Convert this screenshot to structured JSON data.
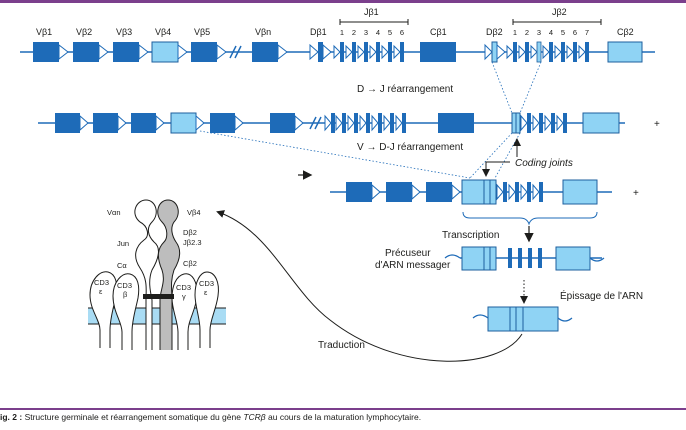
{
  "row1_labels": {
    "vb1": "Vβ1",
    "vb2": "Vβ2",
    "vb3": "Vβ3",
    "vb4": "Vβ4",
    "vb5": "Vβ5",
    "vbn": "Vβn",
    "db1": "Dβ1",
    "jb1": "Jβ1",
    "cb1": "Cβ1",
    "db2": "Dβ2",
    "jb2": "Jβ2",
    "cb2": "Cβ2",
    "j1_numbers": [
      "1",
      "2",
      "3",
      "4",
      "5",
      "6"
    ],
    "j2_numbers": [
      "1",
      "2",
      "3",
      "4",
      "5",
      "6",
      "7"
    ]
  },
  "steps": {
    "dj": "D → J réarrangement",
    "vdj": "V → D-J réarrangement",
    "coding": "Coding joints",
    "transcription": "Transcription",
    "precursor_1": "Précuseur",
    "precursor_2": "d'ARN messager",
    "splicing": "Épissage de l'ARN",
    "translation": "Traduction",
    "plus": "+"
  },
  "receptor_labels": {
    "van": "Vαn",
    "vb4": "Vβ4",
    "jun": "Jun",
    "db2": "Dβ2",
    "jb23": "Jβ2.3",
    "ca": "Cα",
    "cb2": "Cβ2",
    "cd3_left1": "CD3",
    "cd3_left1b": "ε",
    "cd3_left2": "CD3",
    "cd3_left2b": "β",
    "cd3_right1": "CD3",
    "cd3_right1b": "γ",
    "cd3_right2": "CD3",
    "cd3_right2b": "ε"
  },
  "caption": {
    "prefix": "ig. 2 :",
    "text_before": " Structure germinale et réarrangement somatique du gène ",
    "gene": "TCRβ",
    "text_after": " au cours de la maturation lymphocytaire."
  },
  "colors": {
    "dark": "#1e6bb8",
    "light": "#8fd3f4",
    "stroke": "#1e5f9e",
    "line": "#1e6bb8",
    "gray": "#bdbdbd",
    "membrane": "#a9dcf4",
    "accent": "#7b3f8c"
  }
}
